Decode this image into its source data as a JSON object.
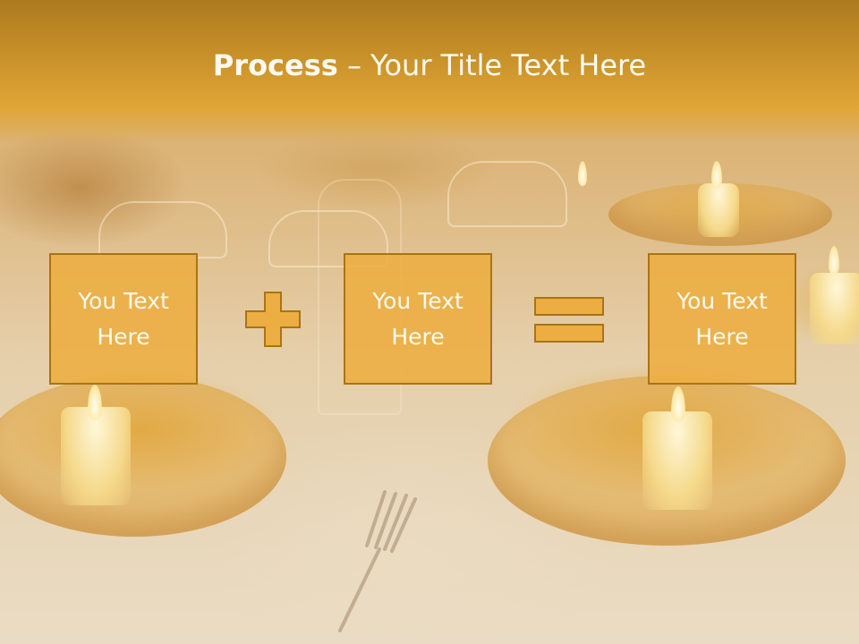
{
  "slide": {
    "title": {
      "bold": "Process",
      "rest": " – Your Title Text Here"
    },
    "boxes": [
      {
        "text": "You Text\nHere"
      },
      {
        "text": "You Text\nHere"
      },
      {
        "text": "You Text\nHere"
      }
    ],
    "operators": [
      "plus-icon",
      "equals-icon"
    ],
    "colors": {
      "title_bar": "#d69a2e",
      "box_fill": "#ecae42",
      "box_border": "#a97416",
      "text": "#fffaf0"
    }
  }
}
